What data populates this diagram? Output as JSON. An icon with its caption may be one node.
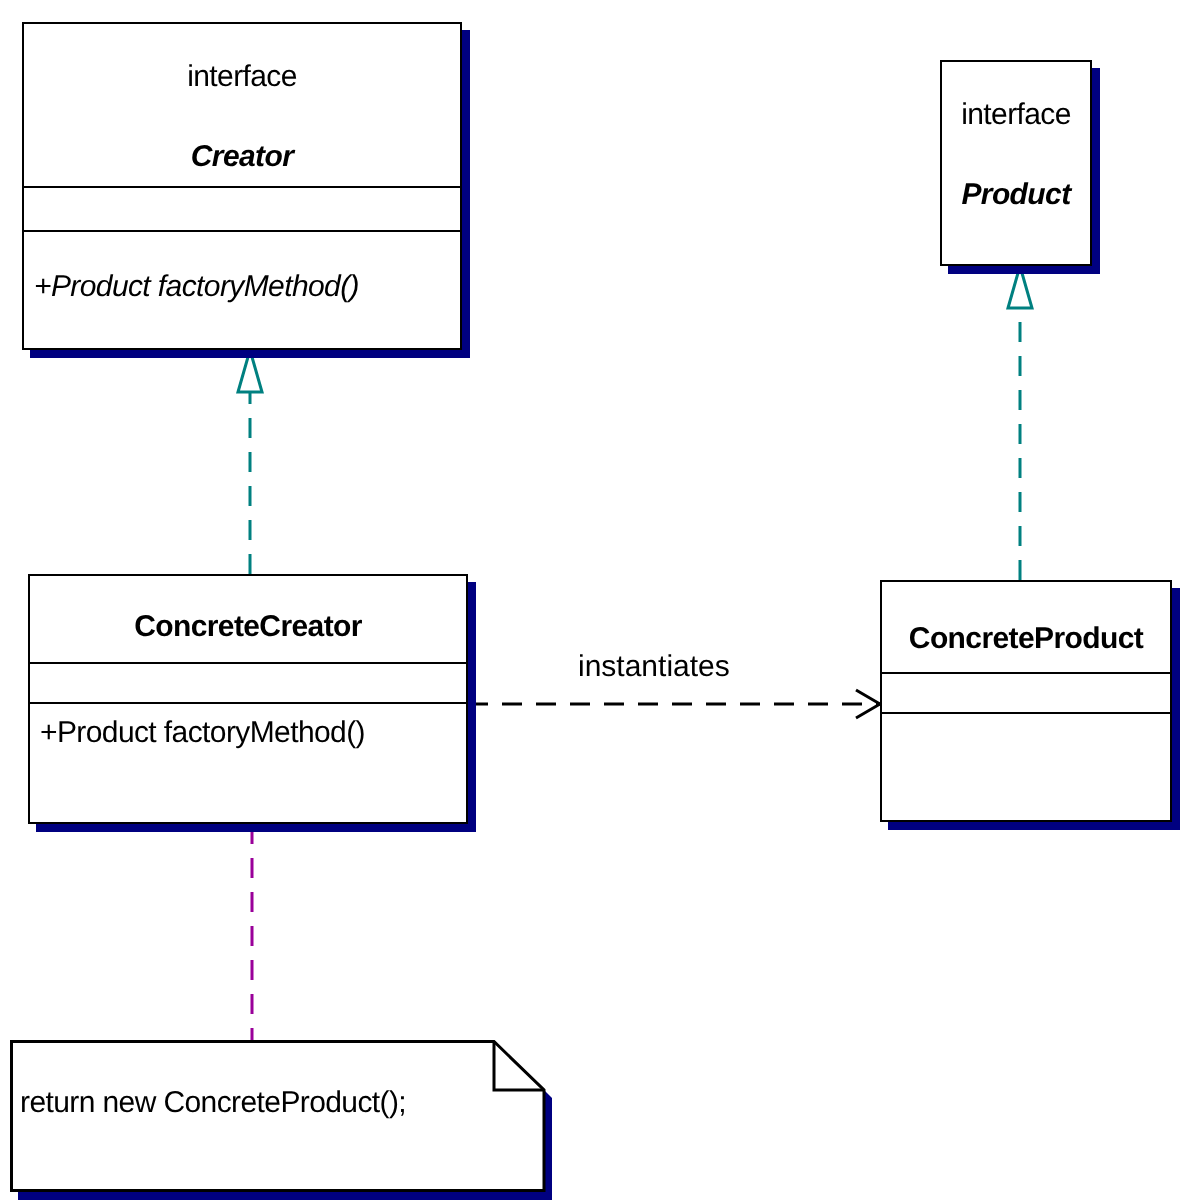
{
  "diagram": {
    "nodes": [
      {
        "text": [
          "interface",
          "Creator",
          "+Product factoryMethod()"
        ]
      },
      {
        "text": [
          "interface",
          "Product"
        ]
      },
      {
        "text": [
          "ConcreteCreator",
          "+Product factoryMethod()"
        ]
      },
      {
        "text": [
          "ConcreteProduct"
        ]
      },
      {
        "text": [
          "return new ConcreteProduct();"
        ]
      }
    ],
    "edges": [
      {
        "from": 2,
        "to": 0,
        "arrow": "to",
        "style": "dashed",
        "color": "#008080"
      },
      {
        "from": 3,
        "to": 1,
        "arrow": "to",
        "style": "dashed",
        "color": "#008080"
      },
      {
        "from": 2,
        "to": 3,
        "arrow": "to",
        "style": "dashed",
        "color": "#000000",
        "label": "instantiates"
      },
      {
        "from": 2,
        "to": 4,
        "arrow": "none",
        "style": "dashed",
        "color": "#990099"
      }
    ]
  }
}
